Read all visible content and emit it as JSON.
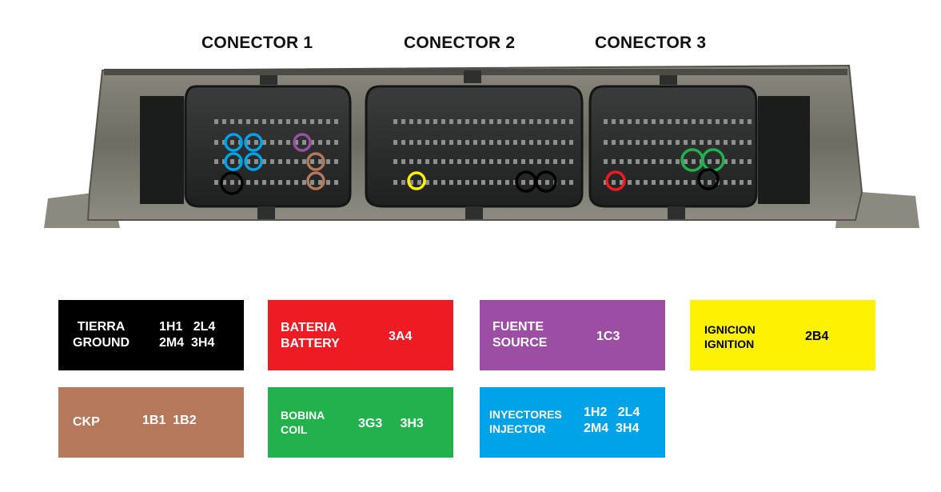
{
  "connectors": {
    "c1": "CONECTOR 1",
    "c2": "CONECTOR 2",
    "c3": "CONECTOR 3"
  },
  "colors": {
    "tierra": "#000000",
    "bateria": "#ed1c24",
    "fuente": "#9b4ea4",
    "ignicion": "#fff200",
    "ckp": "#b5785b",
    "bobina": "#22b14c",
    "inyectores": "#00a2e8",
    "housing": "#6f6d63",
    "connector_body": "#2a2b2b"
  },
  "legend": [
    {
      "id": "tierra",
      "name_1": "TIERRA",
      "name_2": "GROUND",
      "pins_1": "1H1   2L4",
      "pins_2": "2M4  3H4",
      "text_color": "#ffffff"
    },
    {
      "id": "bateria",
      "name_1": "BATERIA",
      "name_2": "BATTERY",
      "pins_1": "3A4",
      "pins_2": "",
      "text_color": "#ffffff"
    },
    {
      "id": "fuente",
      "name_1": "FUENTE",
      "name_2": "SOURCE",
      "pins_1": "1C3",
      "pins_2": "",
      "text_color": "#ffffff"
    },
    {
      "id": "ignicion",
      "name_1": "IGNICION",
      "name_2": "IGNITION",
      "pins_1": "2B4",
      "pins_2": "",
      "text_color": "#000000"
    },
    {
      "id": "ckp",
      "name_1": "CKP",
      "name_2": "",
      "pins_1": "1B1  1B2",
      "pins_2": "",
      "text_color": "#ffffff"
    },
    {
      "id": "bobina",
      "name_1": "BOBINA",
      "name_2": "COIL",
      "pins_1": "3G3     3H3",
      "pins_2": "",
      "text_color": "#ffffff"
    },
    {
      "id": "inyectores",
      "name_1": "INYECTORES",
      "name_2": "INJECTOR",
      "pins_1": "1H2   2L4",
      "pins_2": "2M4  3H4",
      "text_color": "#ffffff"
    }
  ]
}
